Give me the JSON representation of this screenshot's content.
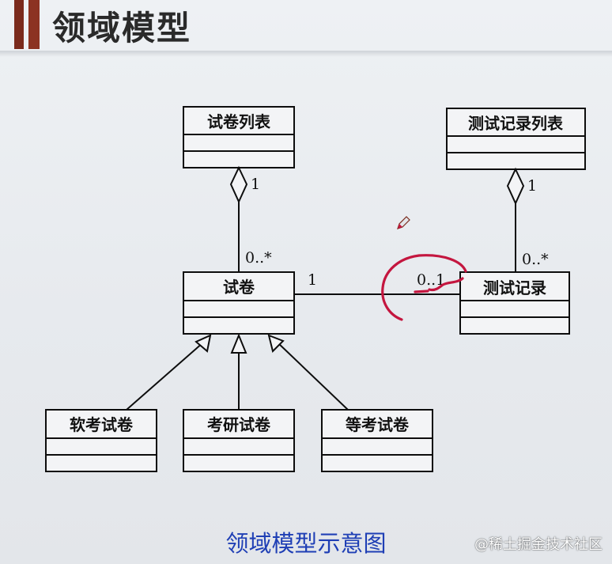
{
  "slide": {
    "title": "领域模型",
    "caption": "领域模型示意图",
    "watermark": "@稀土掘金技术社区"
  },
  "diagram": {
    "classes": {
      "exam_list": "试卷列表",
      "record_list": "测试记录列表",
      "exam": "试卷",
      "record": "测试记录",
      "soft_exam": "软考试卷",
      "grad_exam": "考研试卷",
      "level_exam": "等考试卷"
    },
    "multiplicities": {
      "exam_list_end": "1",
      "exam_end_agg": "0..*",
      "record_list_end": "1",
      "record_end_agg": "0..*",
      "exam_assoc_end": "1",
      "record_assoc_end": "0..1"
    }
  },
  "colors": {
    "title_bar": "#7a2a1c",
    "caption": "#1f3fb5",
    "annotation": "#c4163f",
    "line": "#111111"
  },
  "icons": [
    "pencil-cursor-icon"
  ]
}
